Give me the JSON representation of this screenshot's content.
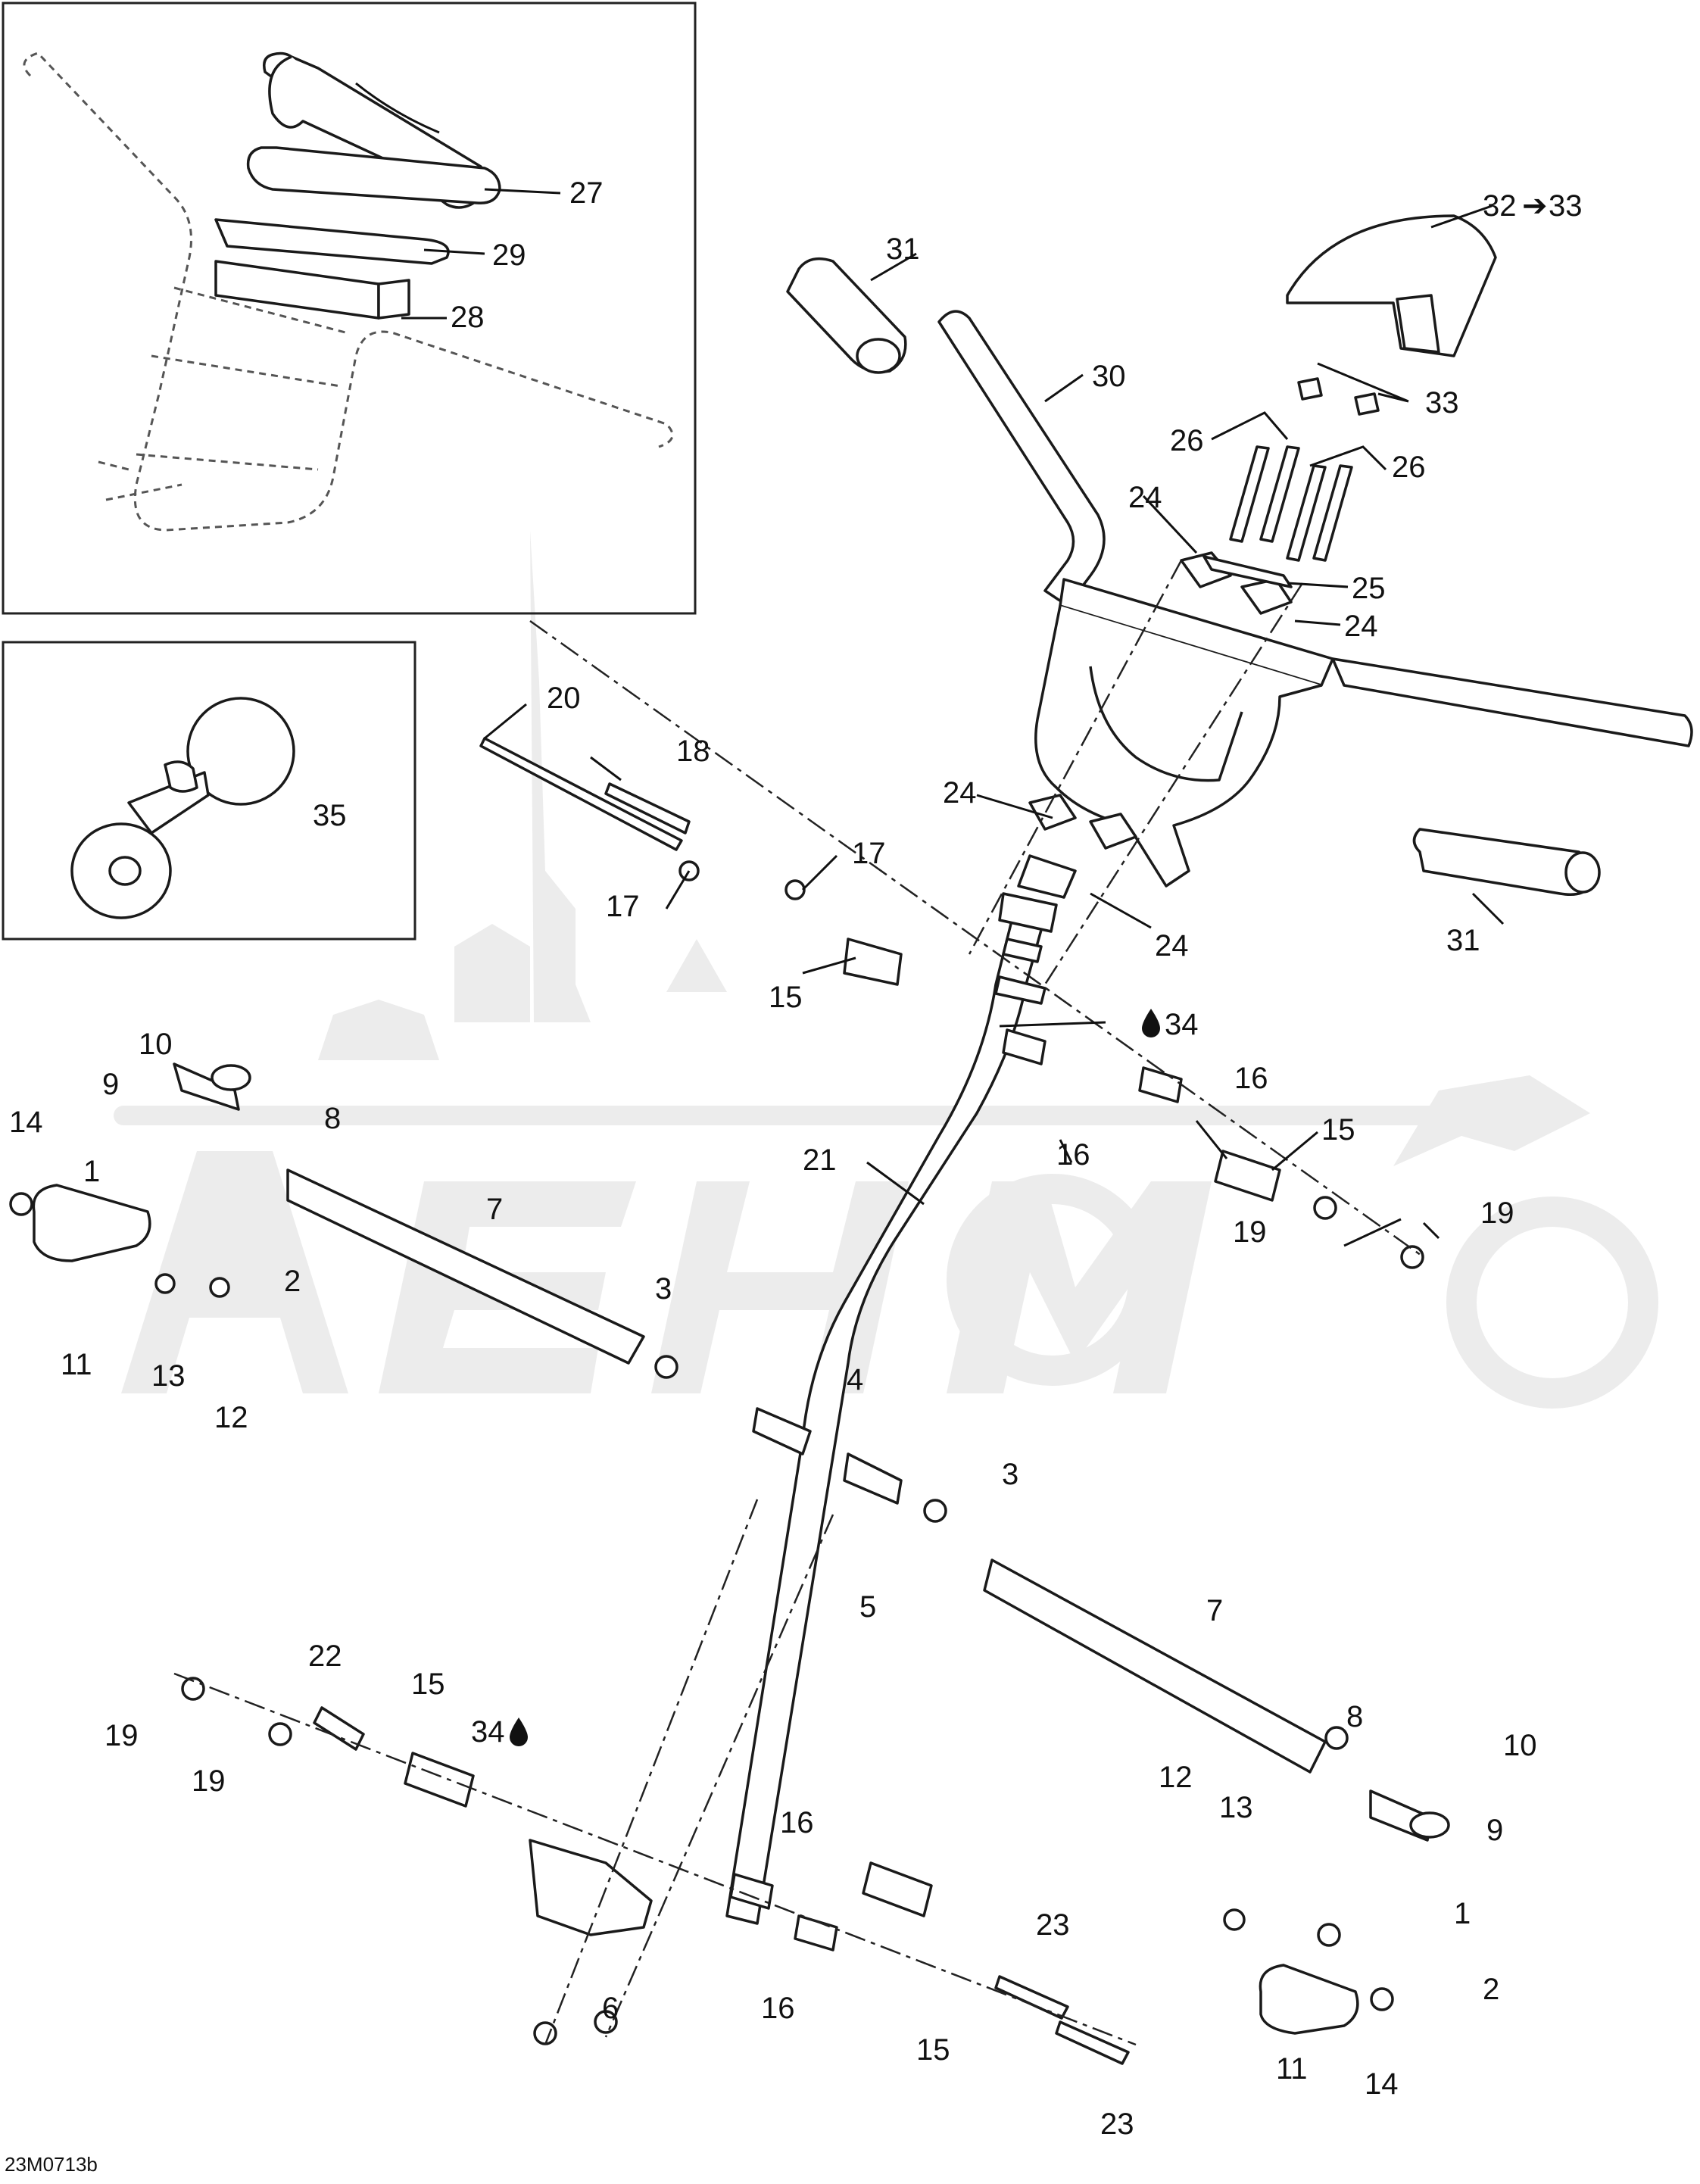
{
  "diagram": {
    "drawing_code": "23M0713b",
    "parts": [
      {
        "no": "1"
      },
      {
        "no": "2"
      },
      {
        "no": "3"
      },
      {
        "no": "4"
      },
      {
        "no": "5"
      },
      {
        "no": "6"
      },
      {
        "no": "7"
      },
      {
        "no": "8"
      },
      {
        "no": "9"
      },
      {
        "no": "10"
      },
      {
        "no": "11"
      },
      {
        "no": "12"
      },
      {
        "no": "13"
      },
      {
        "no": "14"
      },
      {
        "no": "15"
      },
      {
        "no": "16"
      },
      {
        "no": "17"
      },
      {
        "no": "18"
      },
      {
        "no": "19"
      },
      {
        "no": "20"
      },
      {
        "no": "21"
      },
      {
        "no": "22"
      },
      {
        "no": "23"
      },
      {
        "no": "24"
      },
      {
        "no": "25"
      },
      {
        "no": "26"
      },
      {
        "no": "27"
      },
      {
        "no": "28"
      },
      {
        "no": "29"
      },
      {
        "no": "30"
      },
      {
        "no": "31"
      },
      {
        "no": "32"
      },
      {
        "no": "33"
      },
      {
        "no": "34"
      },
      {
        "no": "35"
      }
    ]
  },
  "icons": {
    "lubricant": "oil-drop-icon",
    "arrow": "right-arrow-icon"
  },
  "colors": {
    "line": "#1a1a1a",
    "watermark": "#e8e8e8",
    "background": "#ffffff"
  }
}
